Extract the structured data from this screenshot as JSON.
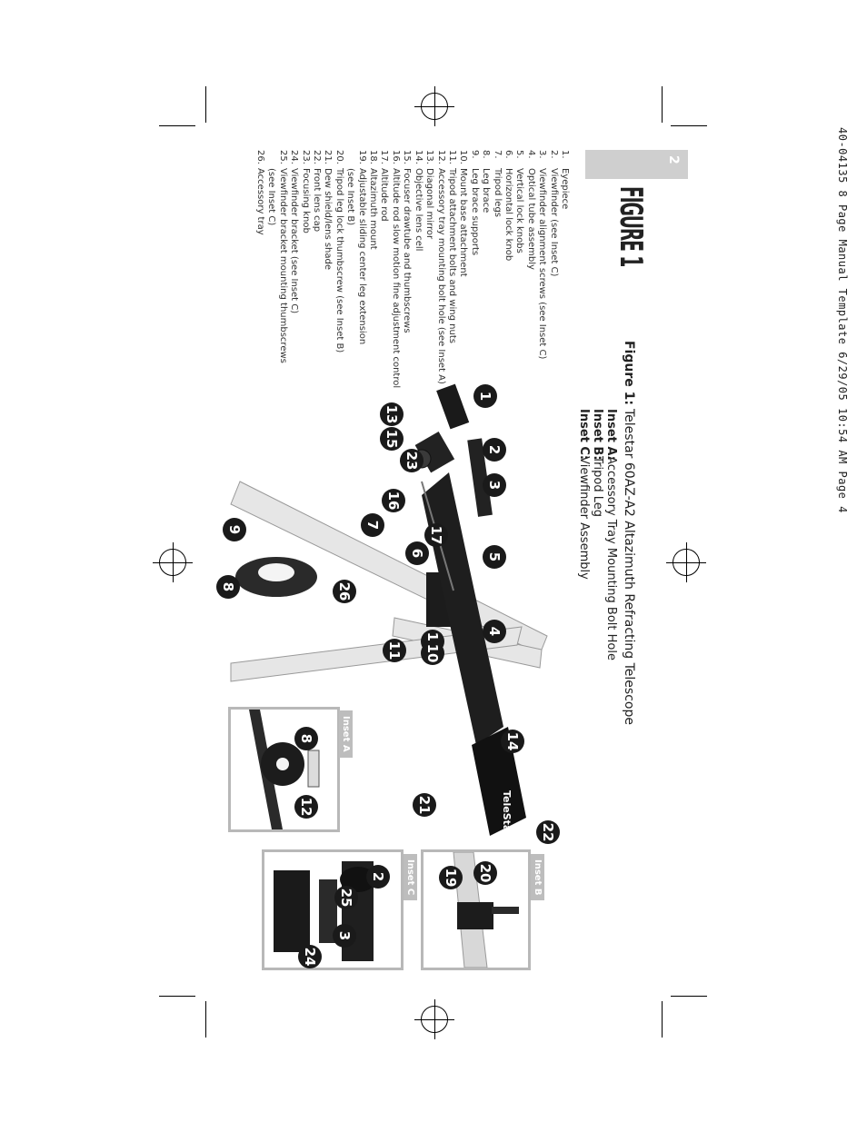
{
  "header": {
    "slug": "40-04135 8 Page Manual Template 6/29/05 10:54 AM Page 4",
    "page_number": "2"
  },
  "figure": {
    "title": "FIGURE 1",
    "caption_label": "Figure 1:",
    "caption_text": "Telestar 60AZ-A2 Altazimuth Refracting Telescope",
    "insets": [
      {
        "label": "Inset A:",
        "text": "Accessory Tray Mounting Bolt Hole"
      },
      {
        "label": "Inset B:",
        "text": "Tripod Leg"
      },
      {
        "label": "Inset C:",
        "text": "Viewfinder Assembly"
      }
    ],
    "inset_tabs": [
      "Inset A",
      "Inset B",
      "Inset C"
    ],
    "brand_text": "TeleStar"
  },
  "parts": [
    {
      "num": "1.",
      "text": "Eyepiece"
    },
    {
      "num": "2.",
      "text": "Viewfinder (see Inset C)"
    },
    {
      "num": "3.",
      "text": "Viewfinder alignment screws (see Inset C)"
    },
    {
      "num": "4.",
      "text": "Optical tube assembly"
    },
    {
      "num": "5.",
      "text": "Vertical lock knobs"
    },
    {
      "num": "6.",
      "text": "Horizontal lock knob"
    },
    {
      "num": "7.",
      "text": "Tripod legs"
    },
    {
      "num": "8.",
      "text": "Leg brace"
    },
    {
      "num": "9.",
      "text": "Leg brace supports"
    },
    {
      "num": "10.",
      "text": "Mount base attachment"
    },
    {
      "num": "11.",
      "text": "Tripod attachment bolts and wing nuts"
    },
    {
      "num": "12.",
      "text": "Accessory tray mounting bolt hole (see Inset A)"
    },
    {
      "num": "13.",
      "text": "Diagonal mirror"
    },
    {
      "num": "14.",
      "text": "Objective lens cell"
    },
    {
      "num": "15.",
      "text": "Focuser drawtube and thumbscrews"
    },
    {
      "num": "16.",
      "text": "Altitude rod slow motion fine adjustment control"
    },
    {
      "num": "17.",
      "text": "Altitude rod"
    },
    {
      "num": "18.",
      "text": "Altazimuth mount"
    },
    {
      "num": "19.",
      "text": "Adjustable sliding center leg extension"
    },
    {
      "num": "",
      "text": "(see Inset B)"
    },
    {
      "num": "20.",
      "text": "Tripod leg lock thumbscrew (see Inset B)"
    },
    {
      "num": "21.",
      "text": "Dew shield/lens shade"
    },
    {
      "num": "22.",
      "text": "Front lens cap"
    },
    {
      "num": "23.",
      "text": "Focusing knob"
    },
    {
      "num": "24.",
      "text": "Viewfinder bracket (see Inset C)"
    },
    {
      "num": "25.",
      "text": "Viewfinder bracket mounting thumbscrews"
    },
    {
      "num": "",
      "text": "(see Inset C)"
    },
    {
      "num": "26.",
      "text": "Accessory tray"
    }
  ],
  "callouts": {
    "main": [
      "1",
      "2",
      "3",
      "5",
      "4",
      "14",
      "22",
      "21",
      "13",
      "15",
      "23",
      "16",
      "17",
      "6",
      "7",
      "9",
      "8",
      "26",
      "18",
      "11",
      "10"
    ],
    "inset_a": [
      "8",
      "12"
    ],
    "inset_b": [
      "20",
      "19"
    ],
    "inset_c": [
      "2",
      "25",
      "3",
      "24"
    ]
  }
}
